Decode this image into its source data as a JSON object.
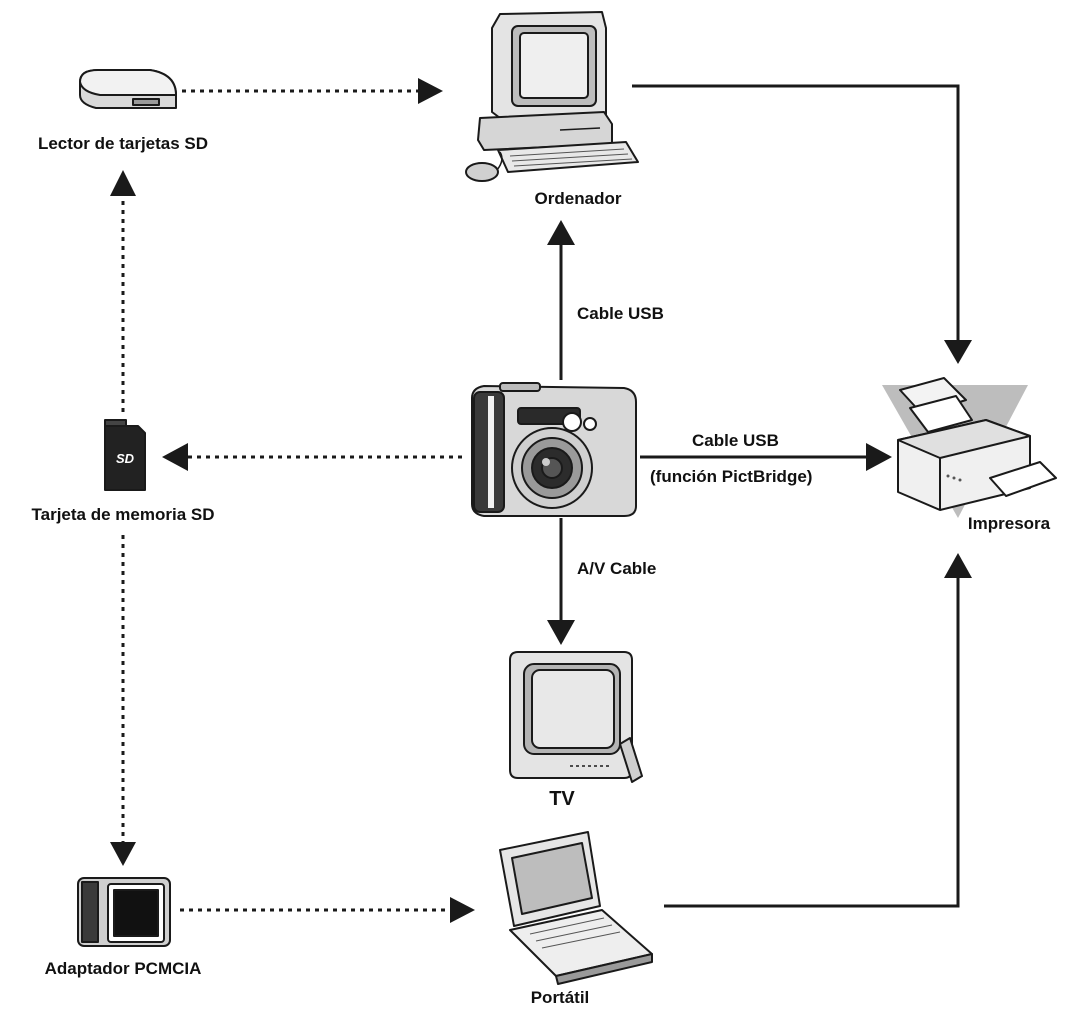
{
  "nodes": {
    "card_reader": "Lector de tarjetas SD",
    "computer": "Ordenador",
    "sd_card": "Tarjeta de memoria SD",
    "printer": "Impresora",
    "tv": "TV",
    "pcmcia": "Adaptador PCMCIA",
    "laptop": "Portátil"
  },
  "edges": {
    "usb_computer": "Cable USB",
    "usb_printer": "Cable USB",
    "pictbridge": "(función PictBridge)",
    "av": "A/V Cable"
  },
  "sd_logo": "SD",
  "colors": {
    "ink": "#1a1a1a",
    "shade": "#9a9a9a",
    "light": "#e6e6e6"
  }
}
